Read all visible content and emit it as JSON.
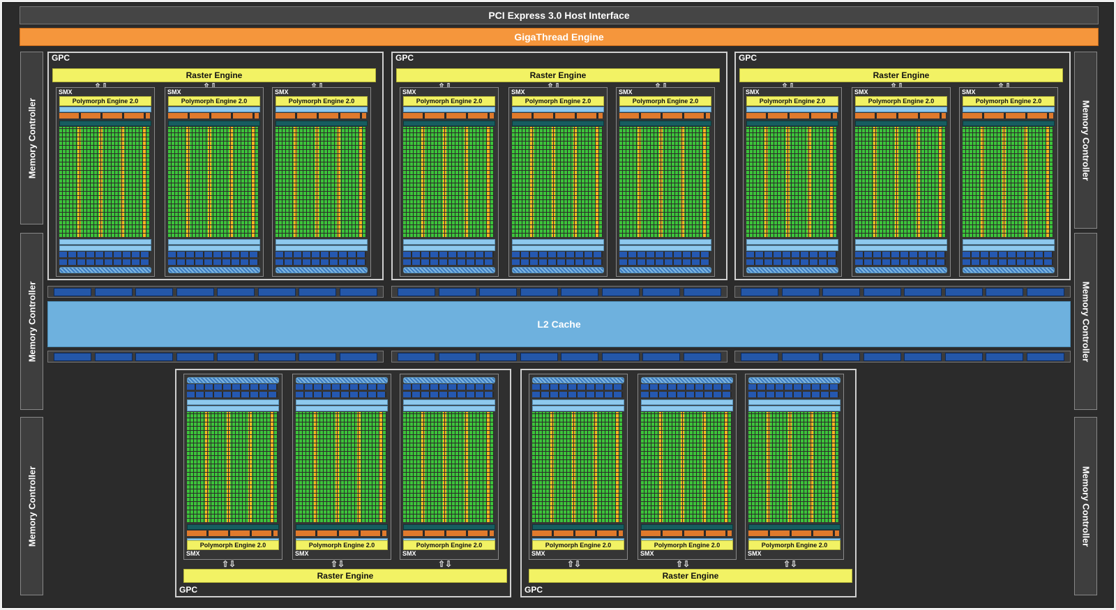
{
  "title": "PCI Express 3.0 Host Interface",
  "giga_thread": "GigaThread Engine",
  "l2_cache": "L2 Cache",
  "memory_controller": "Memory Controller",
  "gpc_label": "GPC",
  "raster_engine": "Raster Engine",
  "smx_label": "SMX",
  "polymorph_engine": "Polymorph Engine 2.0",
  "arrow_glyphs": "⇧⇩",
  "colors": {
    "pcie_bar": "#454545",
    "giga_thread": "#f5963c",
    "l2_cache": "#6eb1de",
    "raster_engine": "#f2f264",
    "cuda_core": "#3cc33a",
    "special_unit": "#f5b521",
    "memory_bus": "#2457a8"
  },
  "icons": {
    "up_down_arrows": "data-flow-arrows-icon"
  }
}
